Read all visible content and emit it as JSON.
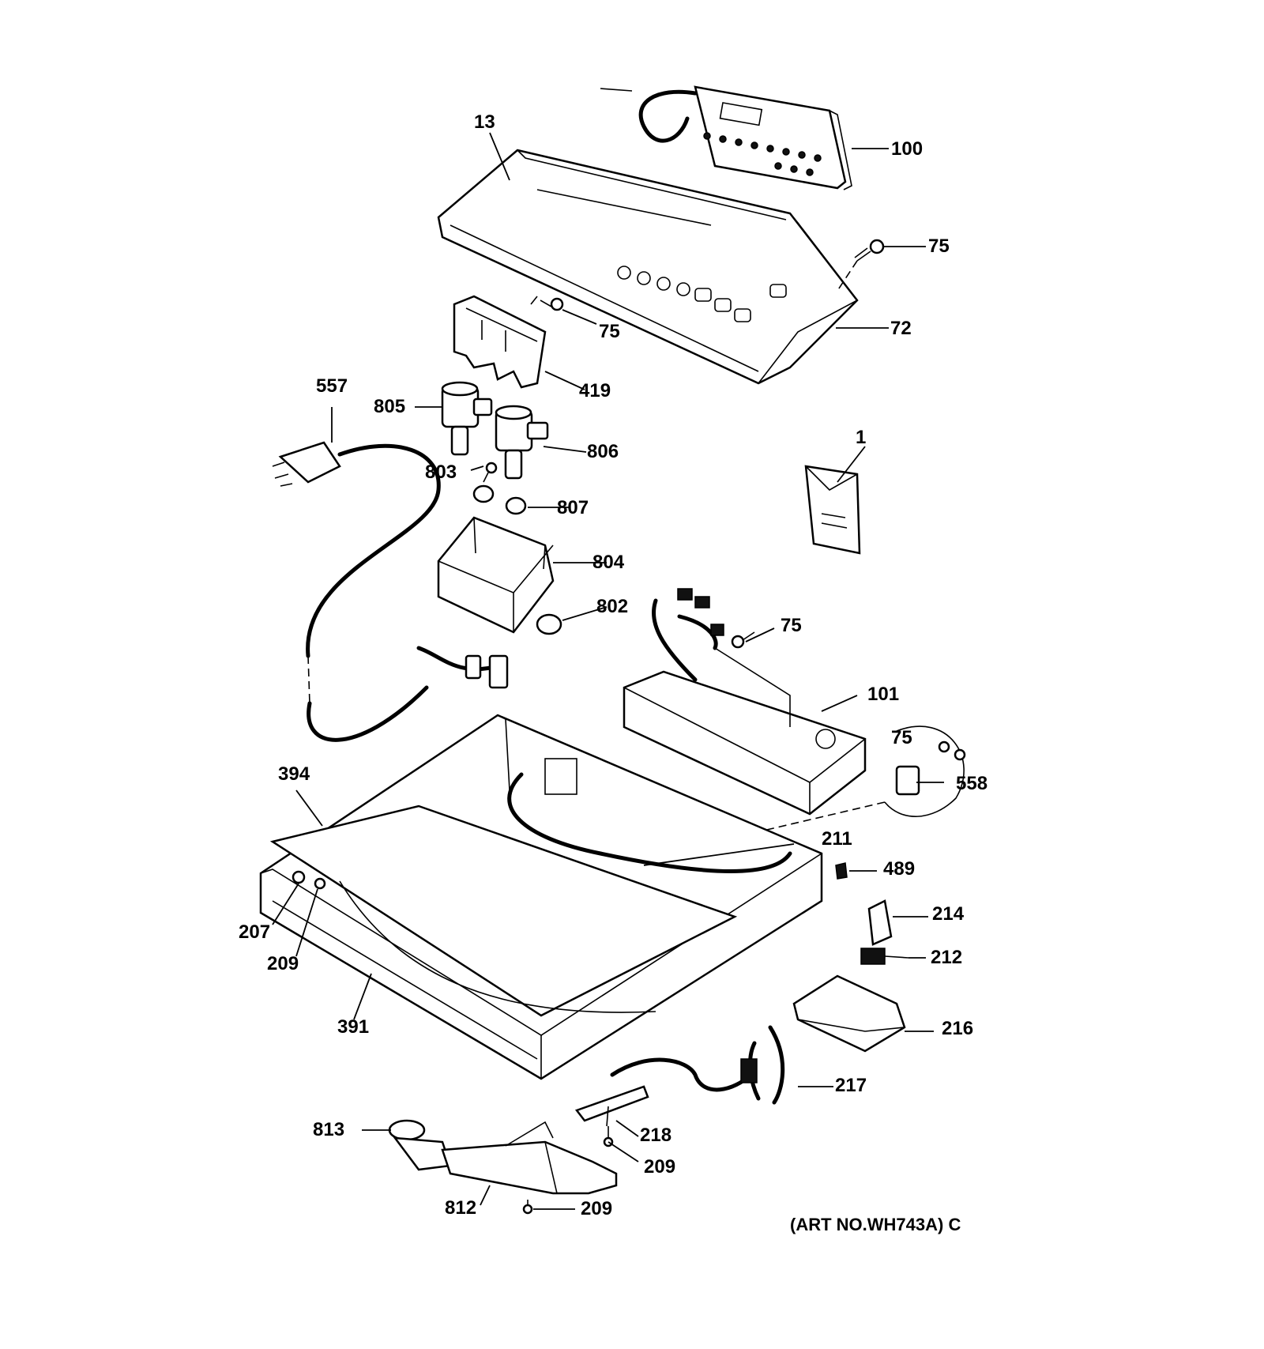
{
  "labels": {
    "p13": "13",
    "p100": "100",
    "p75_top": "75",
    "p75_a": "75",
    "p72": "72",
    "p419": "419",
    "p557": "557",
    "p805": "805",
    "p806": "806",
    "p803": "803",
    "p1": "1",
    "p807": "807",
    "p804": "804",
    "p802": "802",
    "p75_b": "75",
    "p101": "101",
    "p75_c": "75",
    "p558": "558",
    "p394": "394",
    "p211": "211",
    "p489": "489",
    "p214": "214",
    "p207": "207",
    "p212": "212",
    "p209_a": "209",
    "p391": "391",
    "p216": "216",
    "p217": "217",
    "p813": "813",
    "p218": "218",
    "p209_b": "209",
    "p812": "812",
    "p209_c": "209"
  },
  "footer": {
    "art_no": "(ART NO.WH743A) C"
  }
}
